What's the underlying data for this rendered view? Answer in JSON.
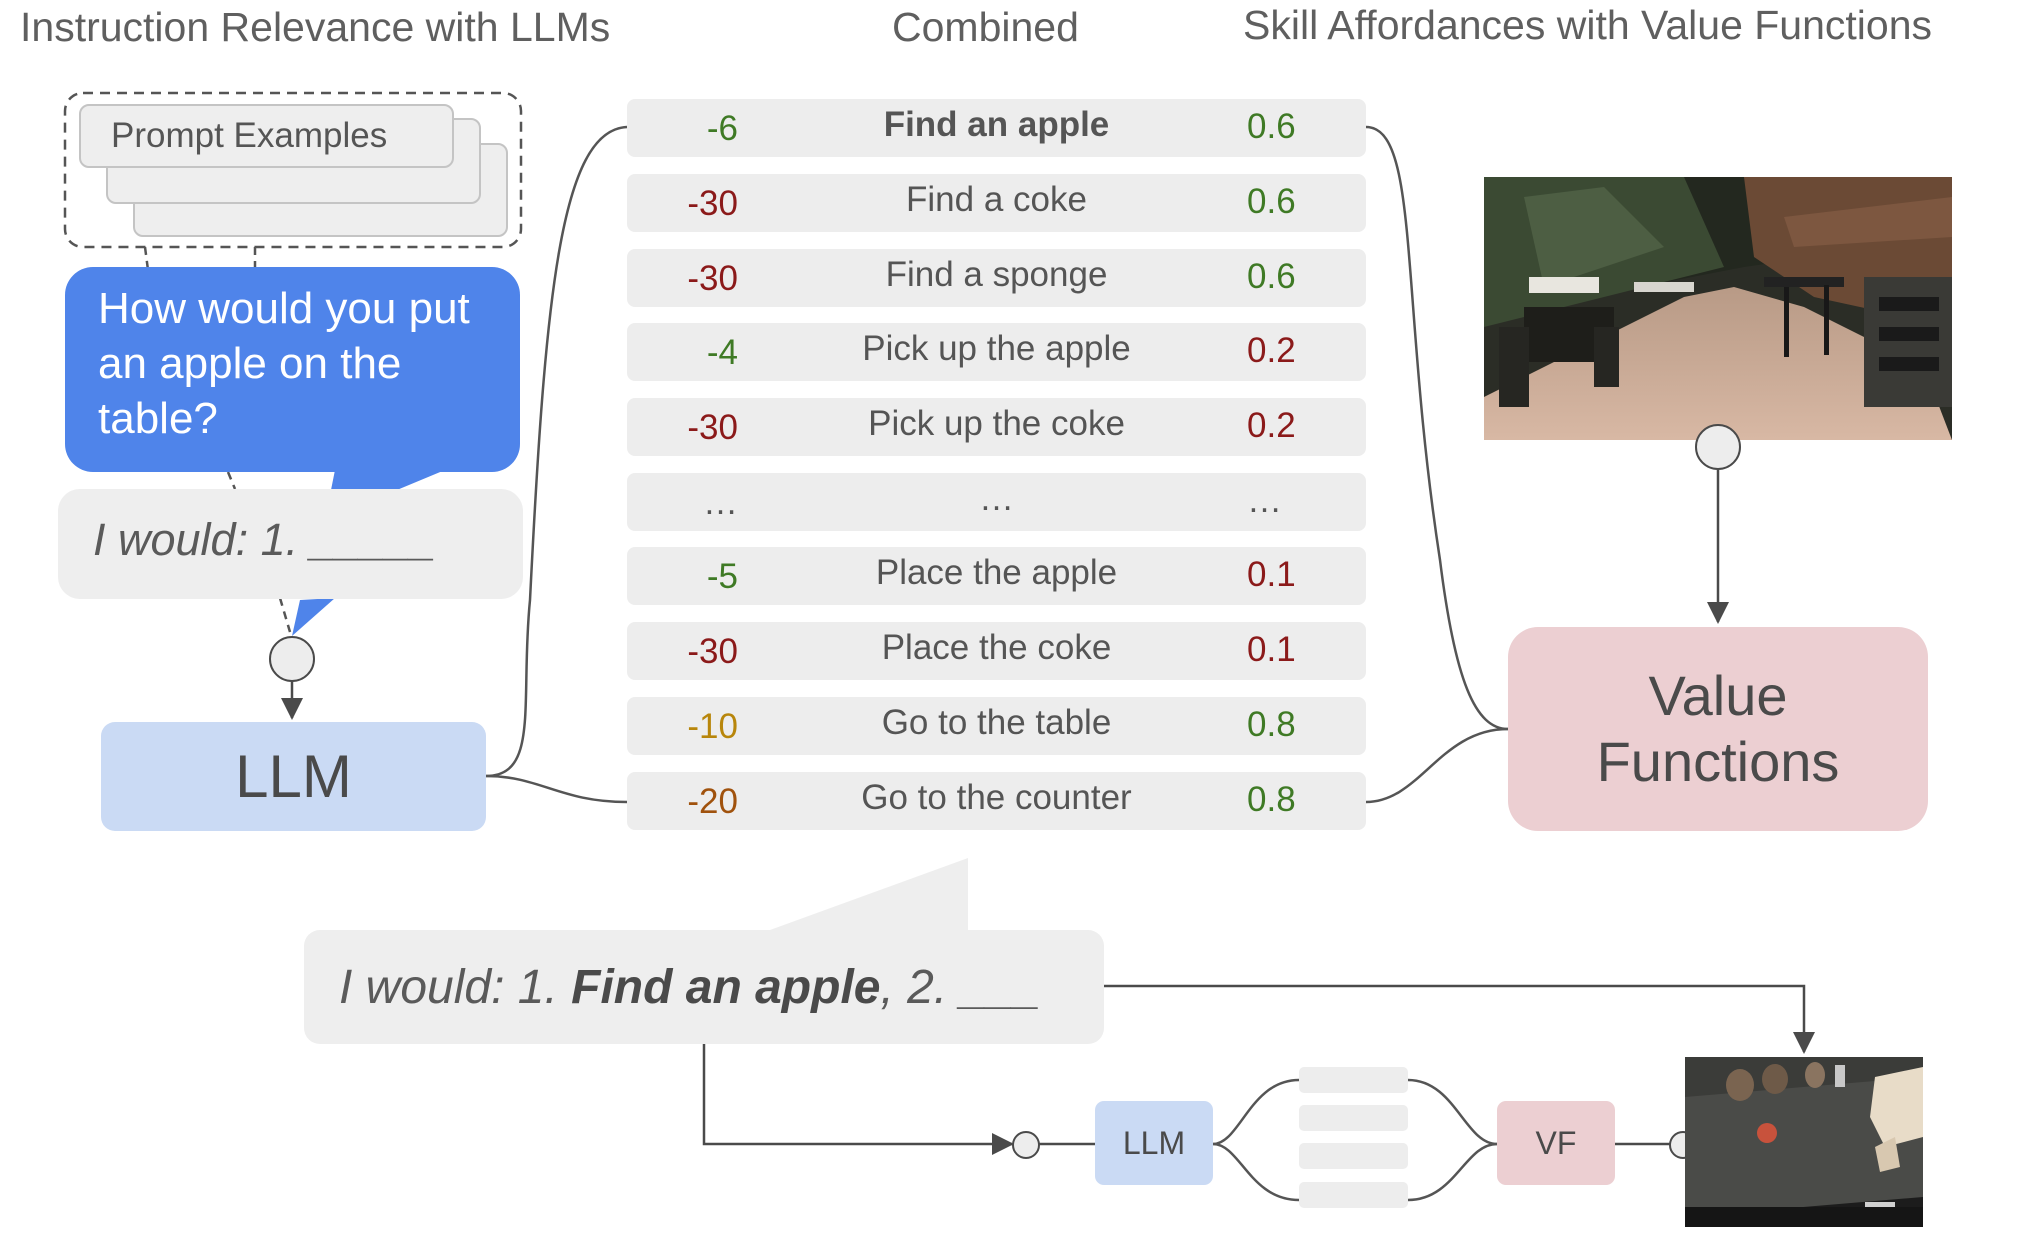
{
  "headers": {
    "left": "Instruction Relevance with LLMs",
    "center": "Combined",
    "right": "Skill Affordances with Value Functions"
  },
  "prompt_examples_label": "Prompt Examples",
  "question_text": "How would you put an apple on the table?",
  "answer_prefix": "I would: 1. _____",
  "llm_label": "LLM",
  "value_functions_label": "Value Functions",
  "rows": [
    {
      "llm": "-6",
      "skill": "Find an apple",
      "vf": "0.6",
      "llm_color": "#3f7a25",
      "vf_color": "#3f7a25"
    },
    {
      "llm": "-30",
      "skill": "Find a coke",
      "vf": "0.6",
      "llm_color": "#8b1a1a",
      "vf_color": "#3f7a25"
    },
    {
      "llm": "-30",
      "skill": "Find a sponge",
      "vf": "0.6",
      "llm_color": "#8b1a1a",
      "vf_color": "#3f7a25"
    },
    {
      "llm": "-4",
      "skill": "Pick up the apple",
      "vf": "0.2",
      "llm_color": "#3f7a25",
      "vf_color": "#8b1a1a"
    },
    {
      "llm": "-30",
      "skill": "Pick up the coke",
      "vf": "0.2",
      "llm_color": "#8b1a1a",
      "vf_color": "#8b1a1a"
    },
    {
      "llm": "…",
      "skill": "…",
      "vf": "…",
      "llm_color": "#555555",
      "vf_color": "#555555"
    },
    {
      "llm": "-5",
      "skill": "Place the apple",
      "vf": "0.1",
      "llm_color": "#3f7a25",
      "vf_color": "#8b1a1a"
    },
    {
      "llm": "-30",
      "skill": "Place the coke",
      "vf": "0.1",
      "llm_color": "#8b1a1a",
      "vf_color": "#8b1a1a"
    },
    {
      "llm": "-10",
      "skill": "Go to the table",
      "vf": "0.8",
      "llm_color": "#b8860b",
      "vf_color": "#3f7a25"
    },
    {
      "llm": "-20",
      "skill": "Go to the counter",
      "vf": "0.8",
      "llm_color": "#a0520d",
      "vf_color": "#3f7a25"
    }
  ],
  "result": {
    "prefix": "I would: 1. ",
    "chosen": "Find an apple",
    "suffix": ", 2. ___"
  },
  "mini_llm_label": "LLM",
  "mini_vf_label": "VF",
  "colors": {
    "question_bubble": "#4f84ea",
    "llm_box": "#cadaf4",
    "value_function_box": "#eccfd2",
    "row_bg": "#ededed"
  }
}
